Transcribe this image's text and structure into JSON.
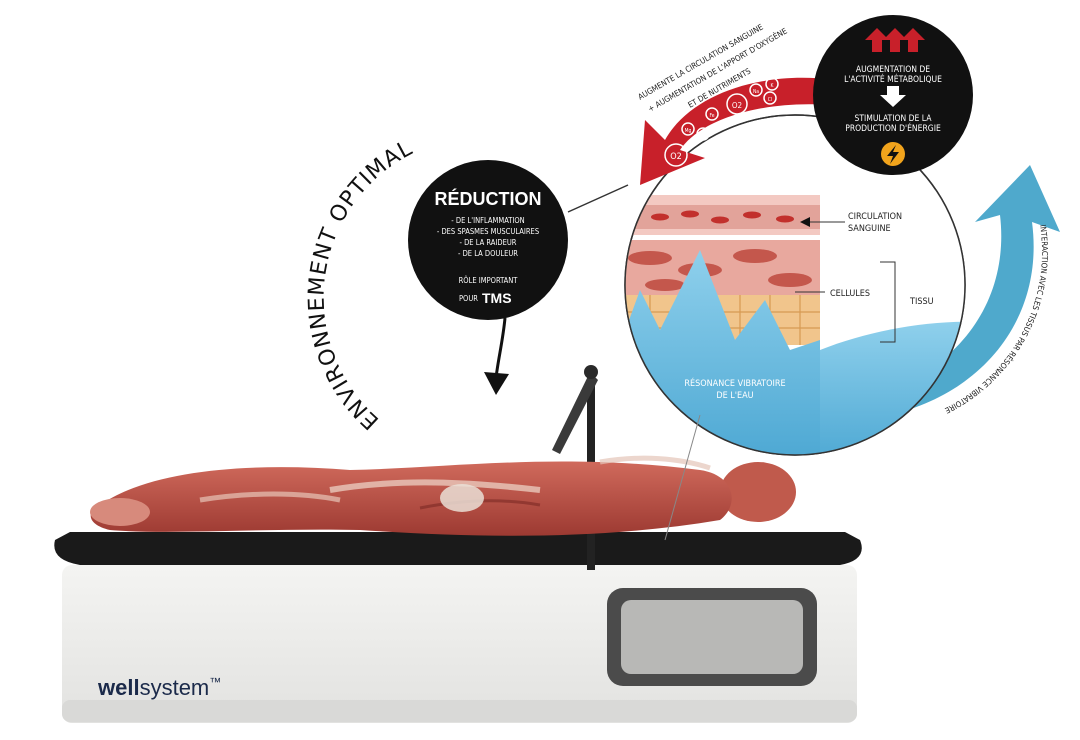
{
  "brand": {
    "bold": "well",
    "regular": "system",
    "tm": "™"
  },
  "arc_title": "ENVIRONNEMENT OPTIMAL",
  "reduction": {
    "title": "RÉDUCTION",
    "items": [
      "- DE L'INFLAMMATION",
      "- DES SPASMES MUSCULAIRES",
      "- DE LA RAIDEUR",
      "- DE LA DOULEUR"
    ],
    "role": "RÔLE IMPORTANT",
    "pour": "POUR",
    "tms": "TMS"
  },
  "metabolic": {
    "line1": "AUGMENTATION DE",
    "line2": "L'ACTIVITÉ MÉTABOLIQUE",
    "line3": "STIMULATION DE LA",
    "line4": "PRODUCTION D'ÉNERGIE"
  },
  "red_arrow_text": [
    "AUGMENTE LA CIRCULATION SANGUINE",
    "+ AUGMENTATION DE L'APPORT D'OXYGÈNE",
    "ET DE NUTRIMENTS"
  ],
  "molecules": [
    "O2",
    "Mg",
    "Ca",
    "Fe",
    "O2",
    "Na",
    "K",
    "Cl"
  ],
  "blue_arrow_text": "INTERACTION AVEC LES TISSUS PAR RÉSONANCE VIBRATOIRE",
  "tissue_labels": {
    "circulation_1": "CIRCULATION",
    "circulation_2": "SANGUINE",
    "cellules": "CELLULES",
    "tissu": "TISSU",
    "resonance_1": "RÉSONANCE VIBRATOIRE",
    "resonance_2": "DE L'EAU"
  },
  "colors": {
    "red_arrow": "#c8202a",
    "blue_arrow": "#4fa9cc",
    "black_circle": "#111111",
    "bed_top": "#1a1a1a",
    "bed_base": "#eeeeec",
    "muscle": "#b8483e",
    "brand_text": "#1b2a4a",
    "bolt": "#f2a41c"
  }
}
